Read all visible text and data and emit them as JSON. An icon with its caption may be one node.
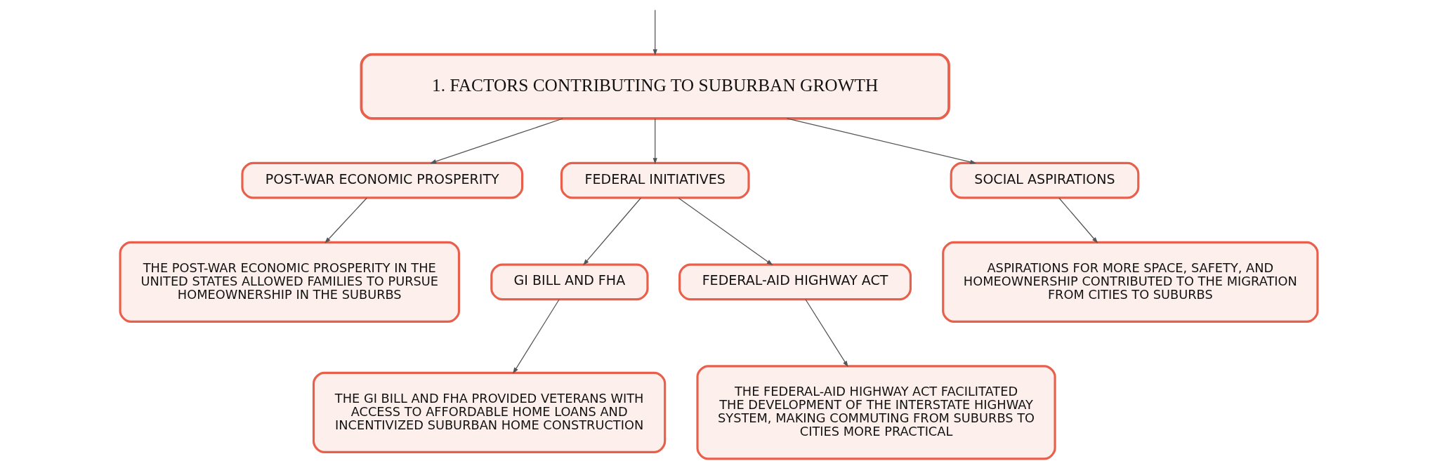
{
  "diagram": {
    "nodes": [
      {
        "text": [
          "1. FACTORS CONTRIBUTING TO SUBURBAN GROWTH"
        ]
      },
      {
        "text": [
          "POST-WAR ECONOMIC PROSPERITY"
        ]
      },
      {
        "text": [
          "THE POST-WAR ECONOMIC PROSPERITY IN THE UNITED STATES ALLOWED FAMILIES TO PURSUE HOMEOWNERSHIP IN THE SUBURBS"
        ]
      },
      {
        "text": [
          "FEDERAL INITIATIVES"
        ]
      },
      {
        "text": [
          "GI BILL AND FHA"
        ]
      },
      {
        "text": [
          "THE GI BILL AND FHA PROVIDED VETERANS WITH ACCESS TO AFFORDABLE HOME LOANS AND INCENTIVIZED SUBURBAN HOME CONSTRUCTION"
        ]
      },
      {
        "text": [
          "FEDERAL-AID HIGHWAY ACT"
        ]
      },
      {
        "text": [
          "THE FEDERAL-AID HIGHWAY ACT FACILITATED THE DEVELOPMENT OF THE INTERSTATE HIGHWAY SYSTEM, MAKING COMMUTING FROM SUBURBS TO CITIES MORE PRACTICAL"
        ]
      },
      {
        "text": [
          "SOCIAL ASPIRATIONS"
        ]
      },
      {
        "text": [
          "ASPIRATIONS FOR MORE SPACE, SAFETY, AND HOMEOWNERSHIP CONTRIBUTED TO THE MIGRATION FROM CITIES TO SUBURBS"
        ]
      }
    ],
    "edges": [
      {
        "from": null,
        "to": 0,
        "arrow": "to"
      },
      {
        "from": 0,
        "to": 1,
        "arrow": "to"
      },
      {
        "from": 0,
        "to": 3,
        "arrow": "to"
      },
      {
        "from": 0,
        "to": 8,
        "arrow": "to"
      },
      {
        "from": 1,
        "to": 2,
        "arrow": "to"
      },
      {
        "from": 3,
        "to": 4,
        "arrow": "to"
      },
      {
        "from": 3,
        "to": 6,
        "arrow": "to"
      },
      {
        "from": 4,
        "to": 5,
        "arrow": "to"
      },
      {
        "from": 6,
        "to": 7,
        "arrow": "to"
      },
      {
        "from": 8,
        "to": 9,
        "arrow": "to"
      }
    ]
  }
}
